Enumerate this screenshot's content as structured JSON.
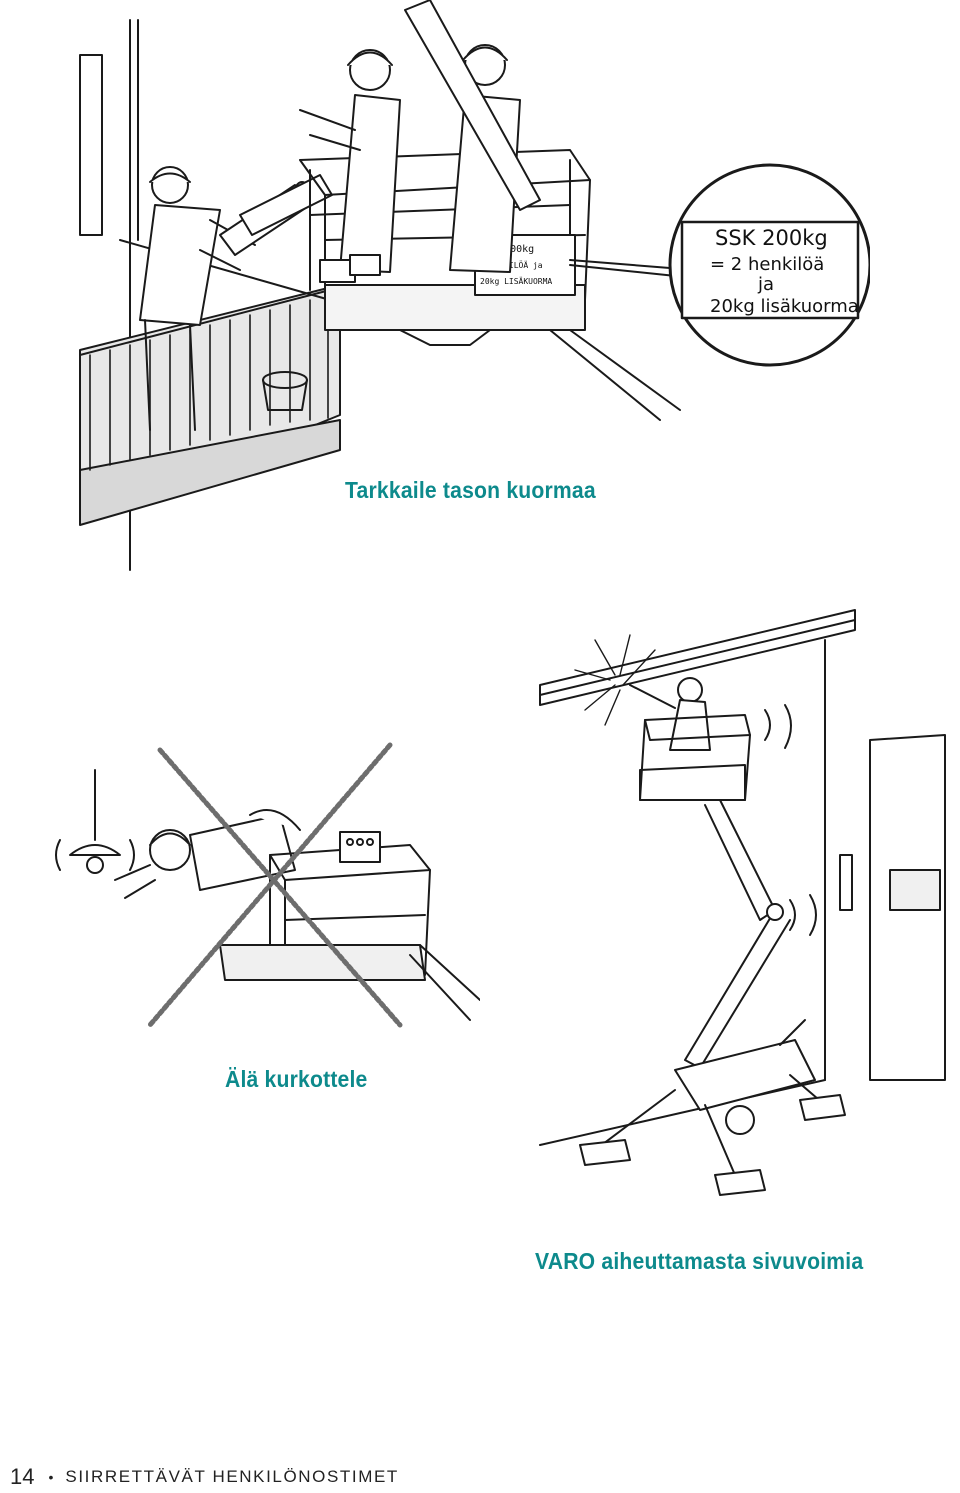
{
  "captions": {
    "load": "Tarkkaile tason kuormaa",
    "reach": "Älä kurkottele",
    "side_forces": "VARO aiheuttamasta sivuvoimia"
  },
  "sign": {
    "line1": "SSK 200kg",
    "line2": "= 2 henkilöä",
    "line3": "ja",
    "line4": "20kg lisäkuorma"
  },
  "basket_sign": {
    "line1": "SSK 200kg",
    "line2": "=2HENKILÖÄ ja",
    "line3": "20kg LISÄKUORMA"
  },
  "footer": {
    "page_number": "14",
    "bullet": "•",
    "title": "SIIRRETTÄVÄT HENKILÖNOSTIMET"
  },
  "colors": {
    "caption": "#0d8a8c",
    "line_art": "#1a1a1a"
  }
}
